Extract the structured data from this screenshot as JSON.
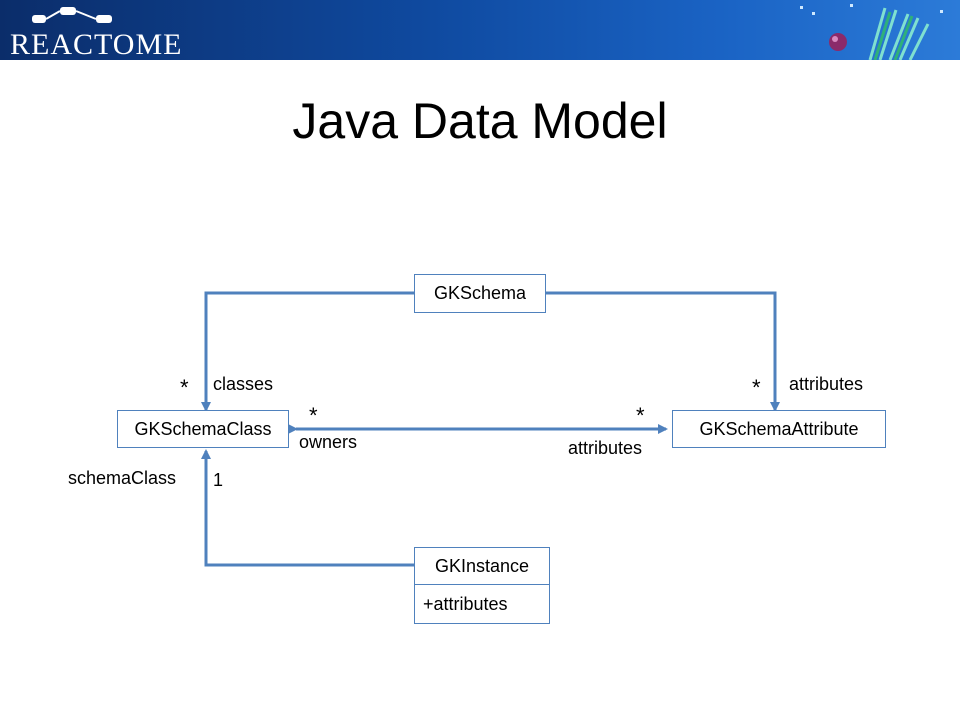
{
  "header": {
    "logo_text": "REACTOME",
    "logo_icon": "reactome-network-icon",
    "decor_icon": "molecule-decoration-icon"
  },
  "title": "Java Data Model",
  "diagram": {
    "classes": {
      "gkschema": "GKSchema",
      "gkschemaclass": "GKSchemaClass",
      "gkschemaattribute": "GKSchemaAttribute",
      "gkinstance": "GKInstance",
      "gkinstance_attr": "+attributes"
    },
    "labels": {
      "classes": "classes",
      "attributes_top": "attributes",
      "owners": "owners",
      "attributes_mid": "attributes",
      "schemaClass": "schemaClass",
      "one": "1"
    },
    "multiplicity": {
      "classes_star": "*",
      "attributes_star": "*",
      "owners_star": "*",
      "attributes_mid_star": "*"
    }
  },
  "colors": {
    "header": "#0f4aa0",
    "connector": "#4f81bd",
    "box_border": "#4f81bd"
  }
}
